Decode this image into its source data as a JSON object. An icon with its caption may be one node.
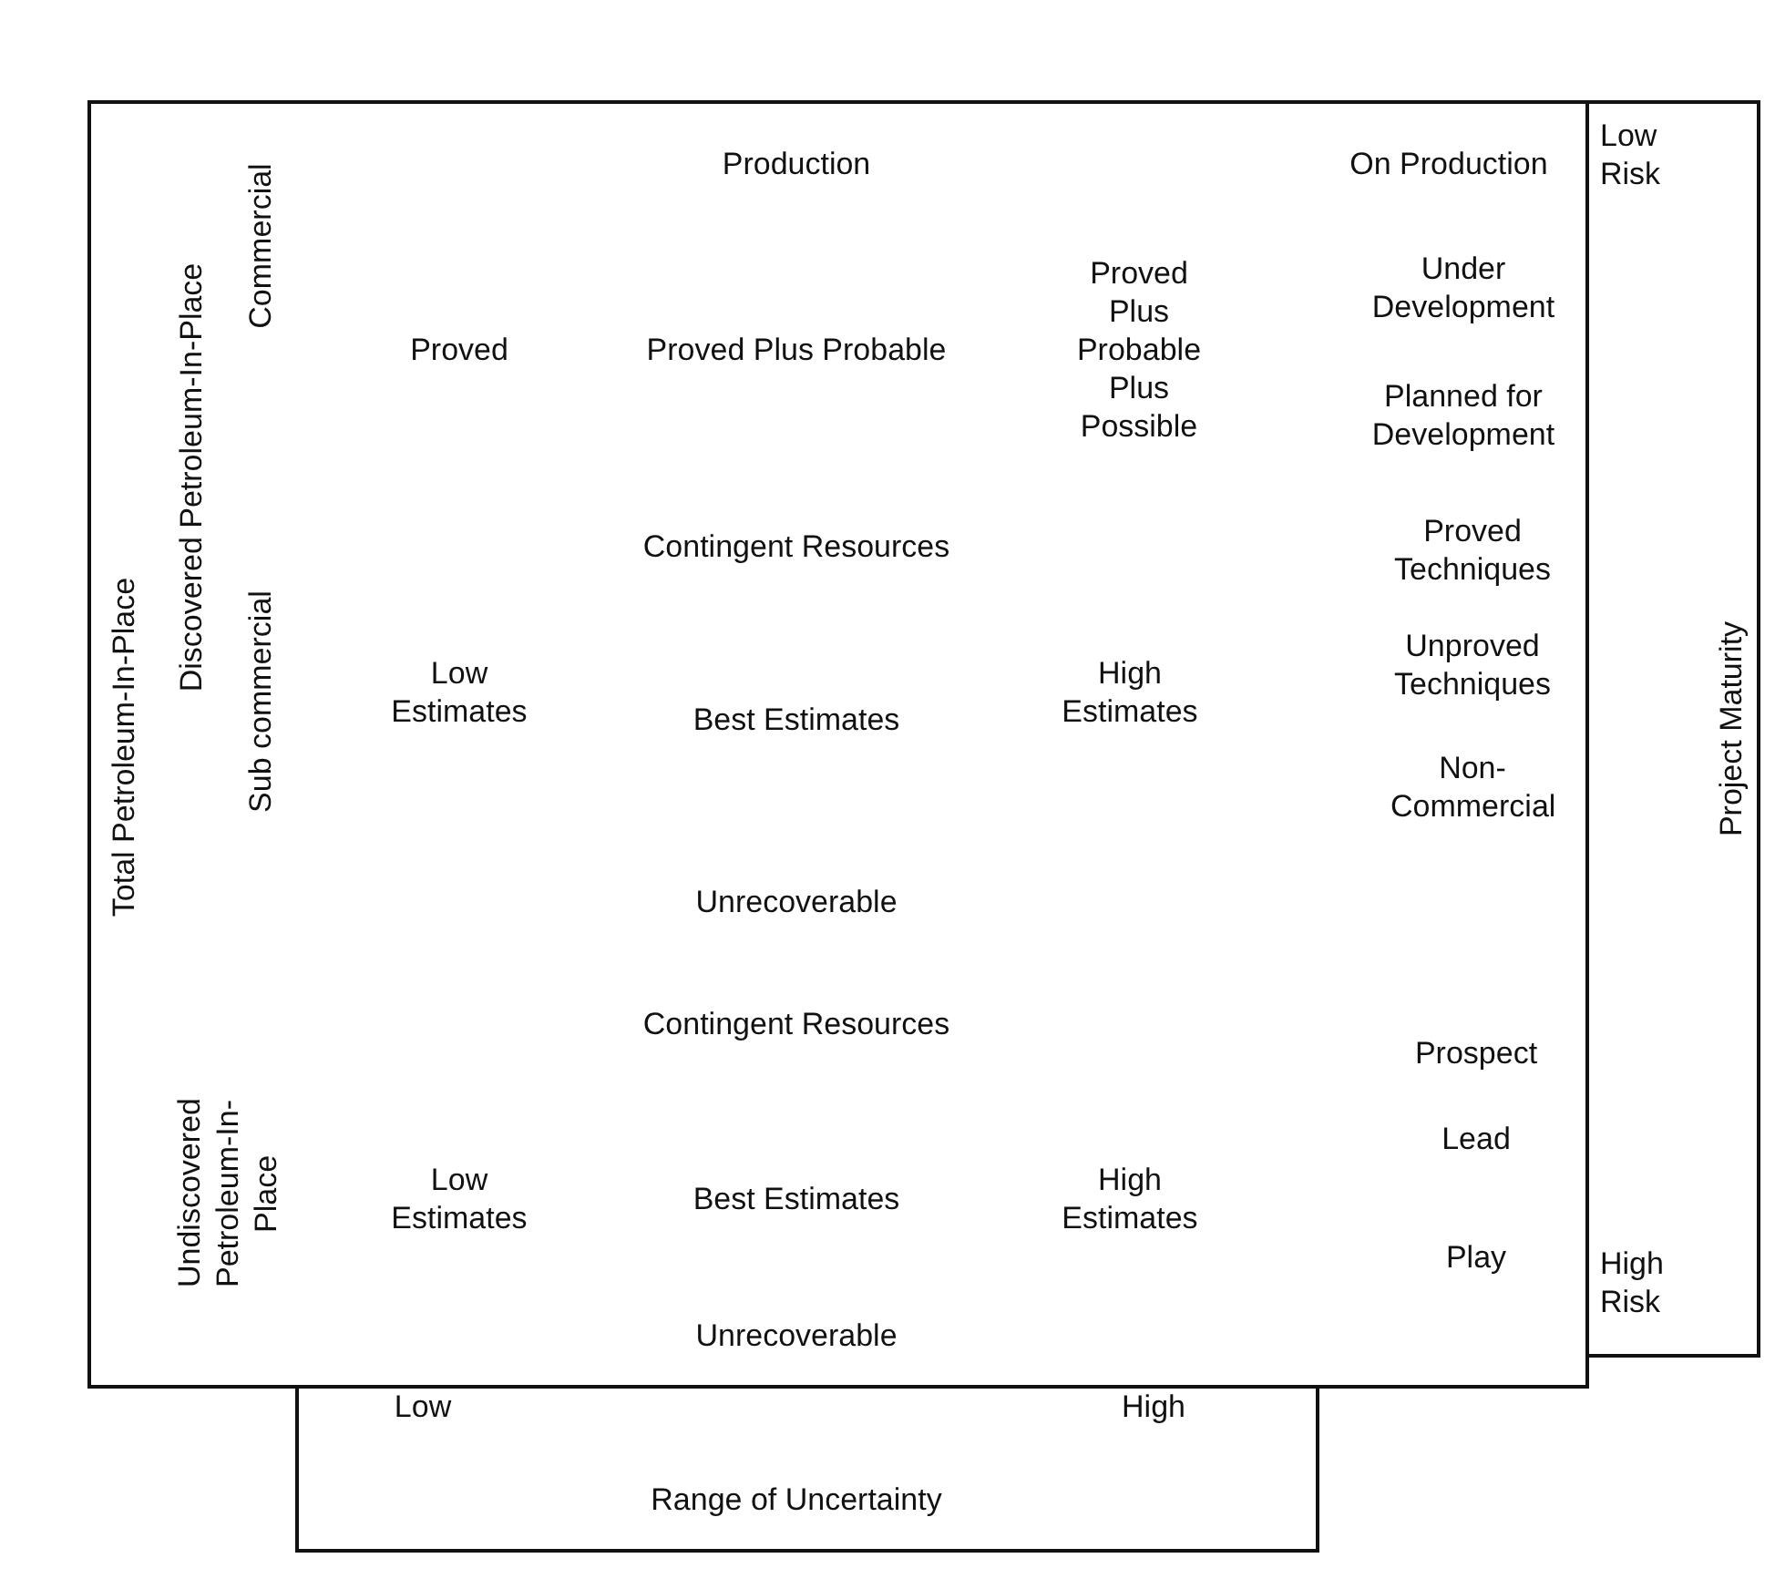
{
  "diagram": {
    "nodes": [
      {
        "text": [
          "Total Petroleum-In-Place",
          "Discovered Petroleum-In-Place",
          "Commercial",
          "Sub commercial",
          "Undiscovered Petroleum-In-Place",
          "Production",
          "On Production",
          "Proved",
          "Proved Plus Probable",
          "Proved Plus Probable Plus Possible",
          "Under Development",
          "Planned for Development",
          "Contingent Resources",
          "Proved Techniques",
          "Low Estimates",
          "Best Estimates",
          "High Estimates",
          "Unproved Techniques",
          "Non-Commercial",
          "Unrecoverable",
          "Contingent Resources",
          "Prospect",
          "Low Estimates",
          "Best Estimates",
          "High Estimates",
          "Lead",
          "Play",
          "Unrecoverable"
        ]
      },
      {
        "text": [
          "Low Risk",
          "Project Maturity",
          "High Risk"
        ]
      },
      {
        "text": [
          "Low",
          "High",
          "Range of Uncertainty"
        ]
      }
    ],
    "edges": []
  }
}
